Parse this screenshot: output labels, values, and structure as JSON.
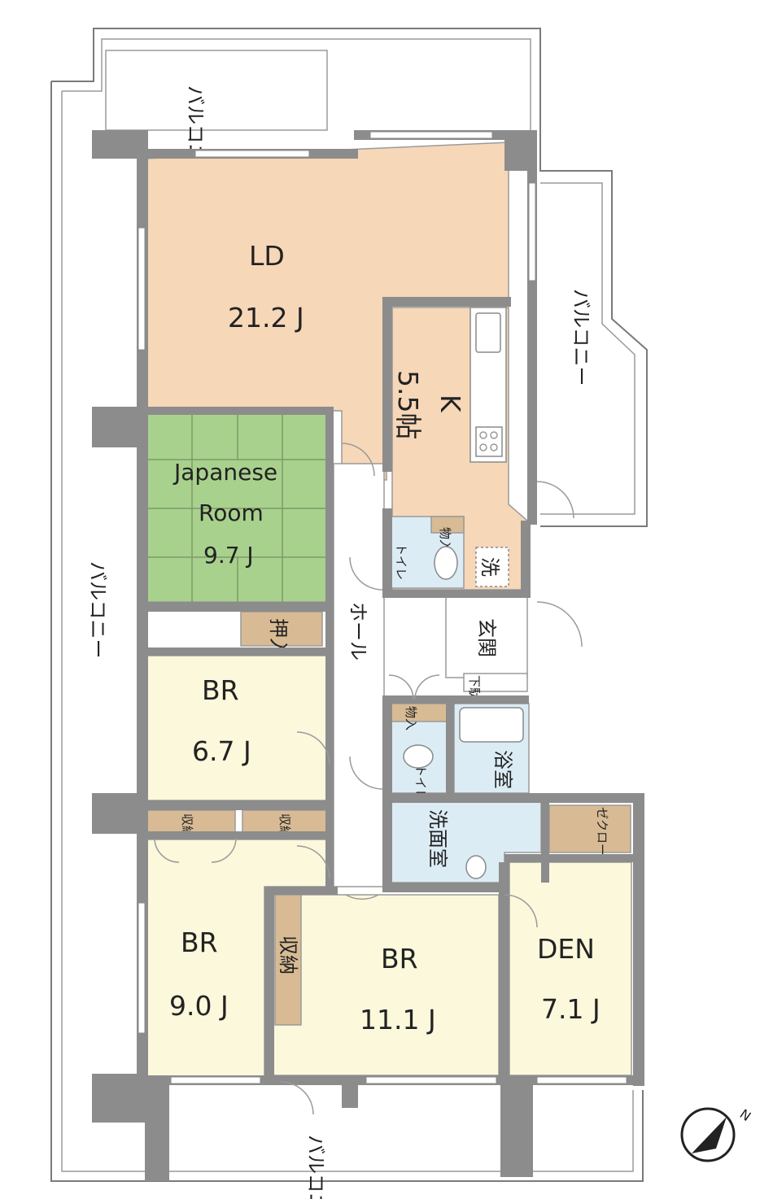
{
  "colors": {
    "ld": "#f6d7b8",
    "kitchen": "#f6d7b8",
    "japanese": "#a9d18e",
    "tatami_line": "#7d9a66",
    "bedroom": "#fbf8dc",
    "wet": "#dcecf5",
    "storage": "#d8bb94",
    "hall": "#ffffff",
    "wall": "#8c8c8c"
  },
  "icons": {
    "compass": "north-arrow-icon",
    "stove": "stove-icon",
    "toilet": "toilet-icon",
    "bathtub": "bathtub-icon",
    "washbasin": "washbasin-icon"
  },
  "rooms": {
    "ld": {
      "name": "LD",
      "area": "21.2 J"
    },
    "kitchen": {
      "name": "K",
      "area": "5.5帖"
    },
    "japanese": {
      "name_line1": "Japanese",
      "name_line2": "Room",
      "area": "9.7 J"
    },
    "br1": {
      "name": "BR",
      "area": "6.7 J"
    },
    "br2": {
      "name": "BR",
      "area": "9.0 J"
    },
    "br3": {
      "name": "BR",
      "area": "11.1 J"
    },
    "den": {
      "name": "DEN",
      "area": "7.1 J"
    }
  },
  "labels": {
    "balcony": "バルコニー",
    "hall": "ホール",
    "entrance": "玄関",
    "bath": "浴室",
    "washroom": "洗面室",
    "toilet": "トイレ",
    "closet": "収納",
    "oshiire": "押入",
    "shelf": "物入",
    "washer": "洗",
    "cloak": "ゼクロー",
    "walk_in": "収納",
    "shoe": "下駄入"
  },
  "compass": {
    "letter": "N"
  }
}
